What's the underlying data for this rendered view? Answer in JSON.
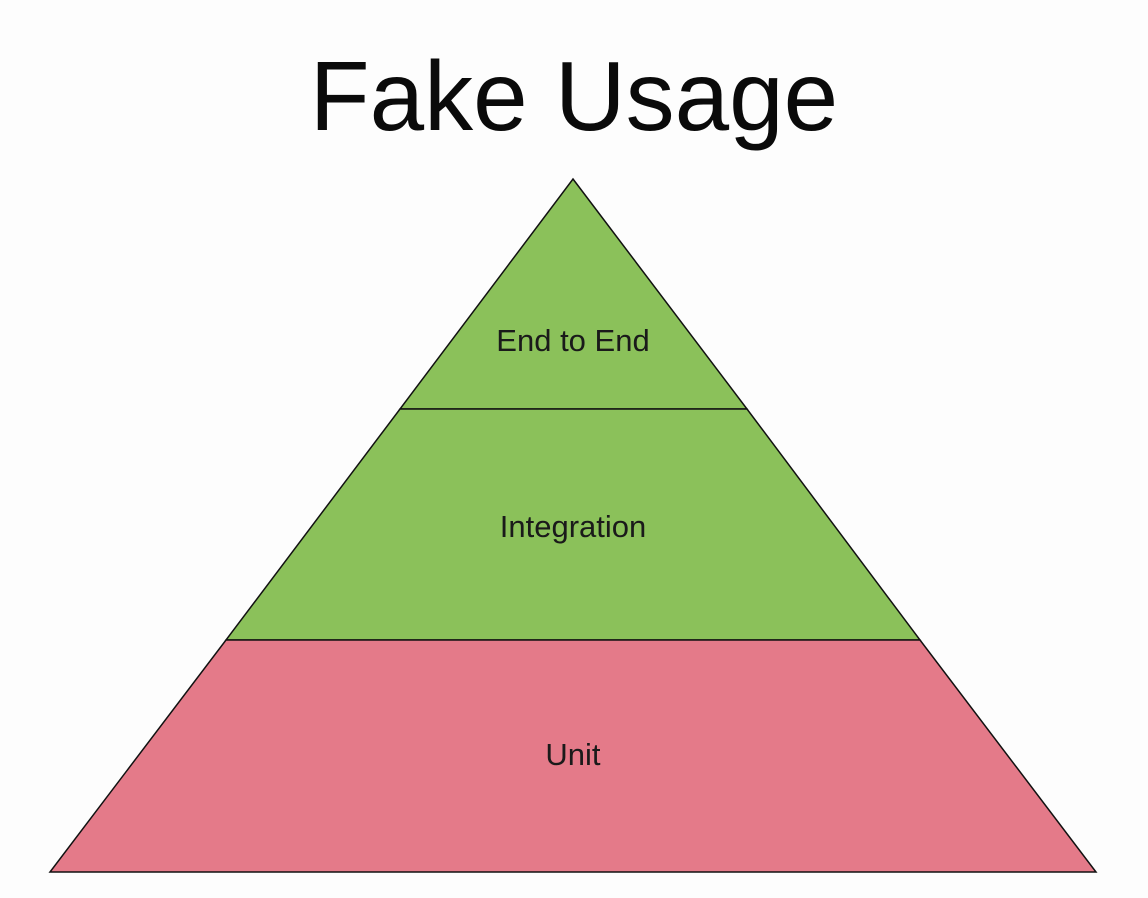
{
  "slide": {
    "title": "Fake Usage"
  },
  "pyramid": {
    "layers": [
      {
        "label": "End to End",
        "color": "#8bc15a"
      },
      {
        "label": "Integration",
        "color": "#8bc15a"
      },
      {
        "label": "Unit",
        "color": "#e47a89"
      }
    ],
    "outline_color": "#111111"
  }
}
